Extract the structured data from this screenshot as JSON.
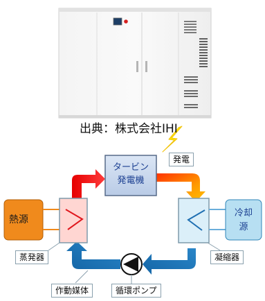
{
  "source_caption": "出典：株式会社IHI",
  "cycle_diagram": {
    "turbine_generator": {
      "line1": "タービン",
      "line2": "発電機"
    },
    "power_output_label": "発電",
    "heat_source": {
      "label": "熱源"
    },
    "evaporator_label": "蒸発器",
    "cooling_source": {
      "line1": "冷却",
      "line2": "源"
    },
    "condenser_label": "凝縮器",
    "working_fluid_label": "作動媒体",
    "circulation_pump_label": "循環ポンプ"
  }
}
